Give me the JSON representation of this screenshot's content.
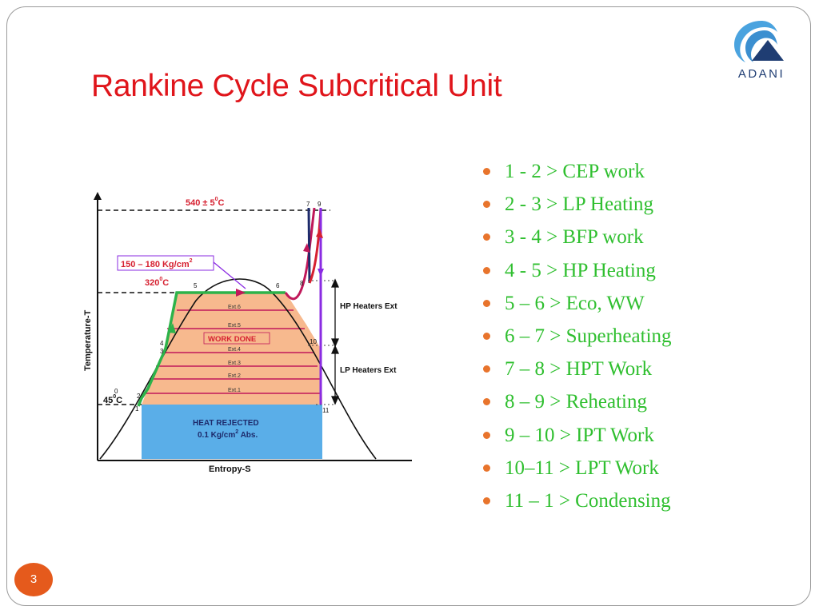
{
  "slide": {
    "title": "Rankine Cycle Subcritical Unit",
    "page_number": "3"
  },
  "logo": {
    "text": "ADANI",
    "color": "#1f3d73",
    "accent": "#4aa3df"
  },
  "bullets": [
    "1 - 2 > CEP work",
    "2 - 3 > LP Heating",
    "3 - 4 > BFP work",
    "4 - 5 > HP Heating",
    "5 – 6 > Eco, WW",
    "6 – 7 > Superheating",
    "7 – 8 > HPT Work",
    "8 – 9 > Reheating",
    "9 – 10 > IPT Work",
    "10–11 > LPT Work",
    "11 – 1 > Condensing"
  ],
  "diagram": {
    "y_axis_label": "Temperature-T",
    "x_axis_label": "Entropy-S",
    "top_temp": "540 ± 5",
    "top_temp_sup": "0",
    "top_temp_unit": "C",
    "pressure": "150 – 180 Kg/cm",
    "pressure_sup": "2",
    "boiler_temp": "320",
    "boiler_temp_sup": "0",
    "boiler_temp_unit": "C",
    "cond_temp": "45",
    "cond_temp_sup": "0",
    "cond_temp_unit": "C",
    "work_done": "WORK DONE",
    "heat_rejected_1": "HEAT REJECTED",
    "heat_rejected_2": "0.1 Kg/cm",
    "heat_rejected_sup": "2",
    "heat_rejected_3": " Abs.",
    "hp_heaters": "HP Heaters Ext",
    "lp_heaters": "LP Heaters Ext",
    "extractions": [
      "Ext.6",
      "Ext.5",
      "Ext.4",
      "Ext.3",
      "Ext.2",
      "Ext.1"
    ],
    "points": [
      "1",
      "2",
      "3",
      "4",
      "5",
      "6",
      "7",
      "8",
      "9",
      "10",
      "11",
      "0"
    ],
    "colors": {
      "work_fill": "#f7b98e",
      "heat_fill": "#5aaee8",
      "green": "#2db34a",
      "purple": "#8a2be2",
      "magenta": "#c0185a",
      "red": "#d62030",
      "navy": "#1d2a6b"
    }
  }
}
